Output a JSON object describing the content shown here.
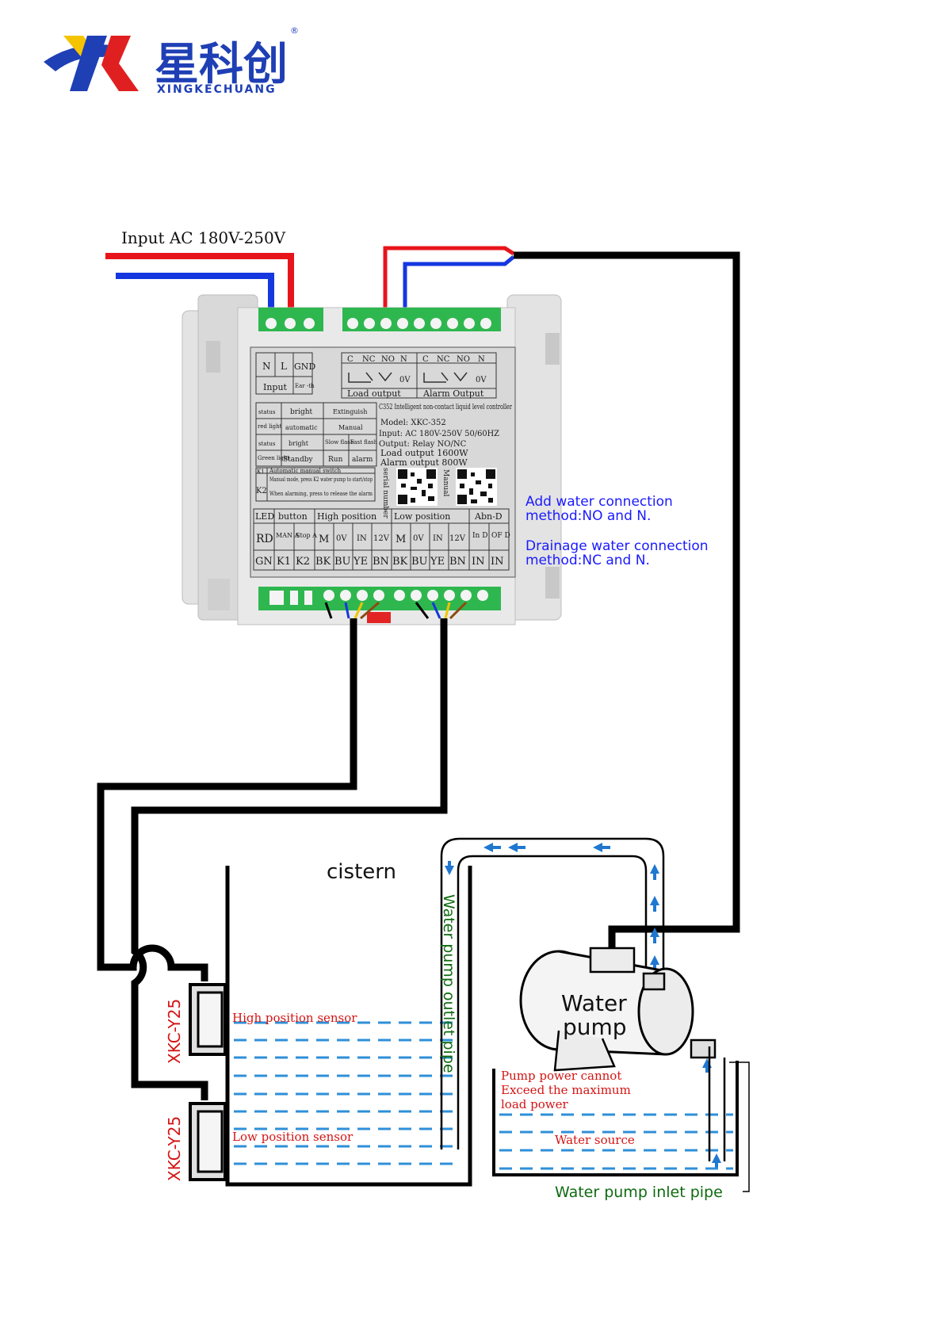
{
  "brand": {
    "name_cn": "星科创",
    "name_en": "XINGKECHUANG",
    "registered": "®"
  },
  "power": {
    "input_label": "Input AC 180V-250V"
  },
  "controller": {
    "input_terminals": [
      "N",
      "L",
      "GND"
    ],
    "input_label": "Input",
    "earth_label": "Ear -th",
    "load_terminals": [
      "C",
      "NC",
      "NO",
      "N"
    ],
    "alarm_terminals": [
      "C",
      "NC",
      "NO",
      "N"
    ],
    "ov": "0V",
    "load_output_label": "Load output",
    "alarm_output_label": "Alarm Output",
    "status_table": {
      "row1": [
        "status",
        "bright",
        "Extinguish"
      ],
      "row2": [
        "red light",
        "automatic",
        "Manual"
      ],
      "row3": [
        "status",
        "bright",
        "Slow flash",
        "Fast flash"
      ],
      "row4": [
        "Green light",
        "Standby",
        "Run",
        "alarm"
      ]
    },
    "description_title": "C352 Intelligent non-contact liquid level controller",
    "model": "Model: XKC-352",
    "input_spec": "Input: AC 180V-250V 50/60HZ",
    "output_spec": "Output: Relay NO/NC",
    "load_output_spec": "Load output 1600W",
    "alarm_output_spec": "Alarm output 800W",
    "k1_label": "K1",
    "k1_text": "Automatic manual switch",
    "k2_label": "K2",
    "k2_text_1": "Manual mode, press K2 water pump to start/stop",
    "k2_text_2": "When alarming, press to release the alarm",
    "serial_number": "serial number",
    "manual": "Manual",
    "bottom_headers": [
      "LED",
      "button",
      "High position",
      "Low position",
      "Abn-D"
    ],
    "bottom_row2": [
      "RD",
      "MAN A",
      "Stop A",
      "M",
      "0V",
      "IN",
      "12V",
      "M",
      "0V",
      "IN",
      "12V",
      "In D",
      "OF D"
    ],
    "bottom_row3": [
      "GN",
      "K1",
      "K2",
      "BK",
      "BU",
      "YE",
      "BN",
      "BK",
      "BU",
      "YE",
      "BN",
      "IN",
      "IN"
    ]
  },
  "notes": {
    "add_water_1": "Add water connection",
    "add_water_2": "method:NO and N.",
    "drain_1": "Drainage water connection",
    "drain_2": "method:NC and N."
  },
  "cistern": {
    "title": "cistern",
    "high_sensor": "High position sensor",
    "low_sensor": "Low position sensor",
    "sensor_model": "XKC-Y25",
    "outlet_pipe": "Water pump outlet pipe"
  },
  "pump": {
    "title_1": "Water",
    "title_2": "pump",
    "warning_1": "Pump power cannot",
    "warning_2": "Exceed the maximum",
    "warning_3": "load power",
    "water_source": "Water source",
    "inlet_pipe": "Water pump inlet pipe"
  },
  "colors": {
    "live": "#e8141b",
    "neutral": "#1437e0",
    "cable": "#000000",
    "water_line": "#2f8fd8",
    "sensor_label": "#d41414",
    "pipe_label": "#0f6b0f",
    "note_blue": "#1a1aff"
  }
}
